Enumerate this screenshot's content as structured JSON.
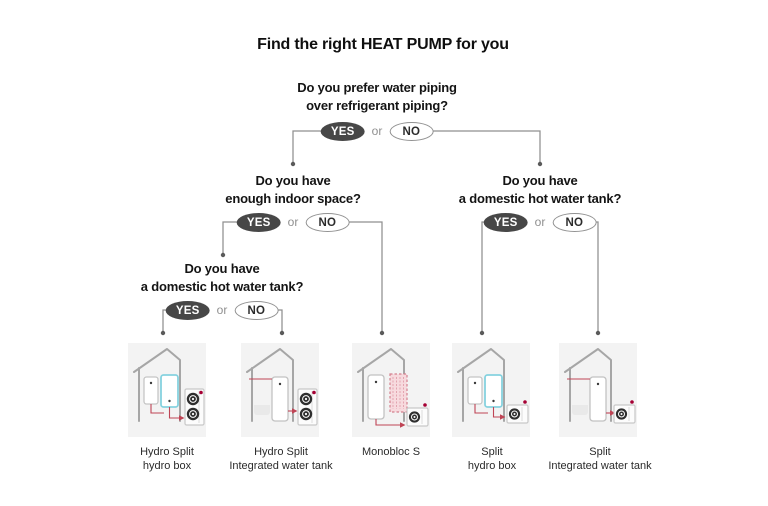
{
  "title": "Find the right HEAT PUMP for you",
  "pill": {
    "yes": "YES",
    "no": "NO",
    "or": "or"
  },
  "questions": {
    "q1": [
      "Do you prefer water piping",
      "over refrigerant piping?"
    ],
    "q2_left": [
      "Do you have",
      "enough indoor space?"
    ],
    "q2_right": [
      "Do you have",
      "a domestic hot water tank?"
    ],
    "q3": [
      "Do you have",
      "a domestic hot water tank?"
    ]
  },
  "products": [
    {
      "id": "hydro-split-hydro-box",
      "label": [
        "Hydro Split",
        "hydro box"
      ]
    },
    {
      "id": "hydro-split-integrated-water-tank",
      "label": [
        "Hydro Split",
        "Integrated water tank"
      ]
    },
    {
      "id": "monobloc-s",
      "label": [
        "Monobloc S"
      ]
    },
    {
      "id": "split-hydro-box",
      "label": [
        "Split",
        "hydro box"
      ]
    },
    {
      "id": "split-integrated-water-tank",
      "label": [
        "Split",
        "Integrated water tank"
      ]
    }
  ],
  "colors": {
    "yes_pill_bg": "#474747",
    "no_pill_border": "#929292",
    "connector_gray": "#8f8f8f",
    "tile_bg": "#f3f3f3",
    "pipe_red": "#bf4455",
    "lg_logo_red": "#a50034",
    "hydro_box_cyan": "#86d2df",
    "house_gray": "#a6a6a6"
  }
}
